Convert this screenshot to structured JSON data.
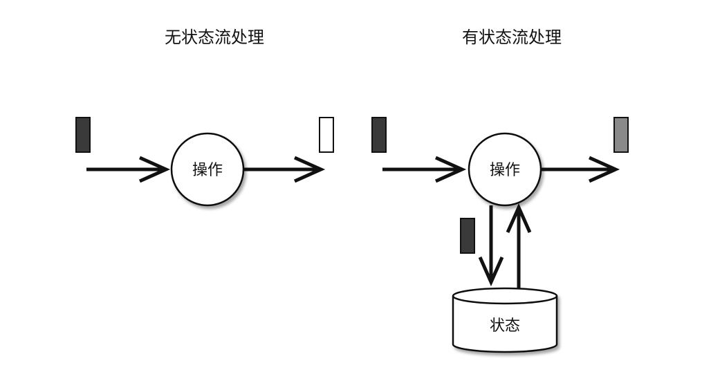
{
  "left_panel": {
    "title": "无状态流处理",
    "operator_label": "操作"
  },
  "right_panel": {
    "title": "有状态流处理",
    "operator_label": "操作",
    "state_label": "状态"
  },
  "colors": {
    "event_dark": "#3a3a3a",
    "event_light": "#ffffff",
    "event_mid": "#8a8a8a",
    "stroke": "#111111"
  }
}
